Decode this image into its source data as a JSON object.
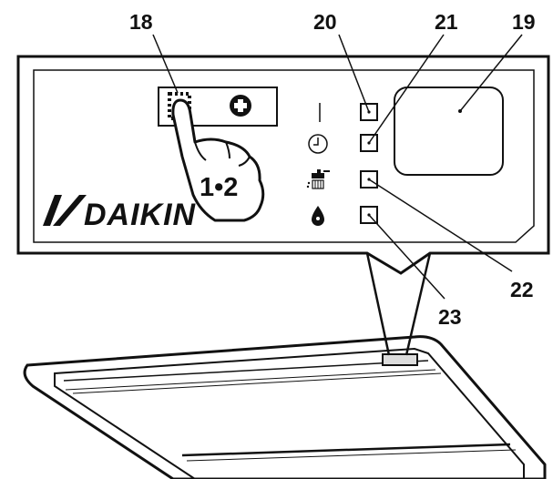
{
  "brand": {
    "logo_text": "DAIKIN"
  },
  "panel": {
    "step_badge": "1•2"
  },
  "callouts": {
    "c18": "18",
    "c19": "19",
    "c20": "20",
    "c21": "21",
    "c22": "22",
    "c23": "23"
  },
  "icons": {
    "mode_button": "dotted-square-icon",
    "fan_button": "plus-circle-icon",
    "operation_lamp": "vertical-line-icon",
    "timer_lamp": "clock-icon",
    "filter_lamp": "filter-tap-icon",
    "defrost_lamp": "defrost-drop-icon"
  },
  "colors": {
    "ink": "#111111",
    "paper": "#ffffff",
    "panel_shade": "#f4f4f4"
  }
}
